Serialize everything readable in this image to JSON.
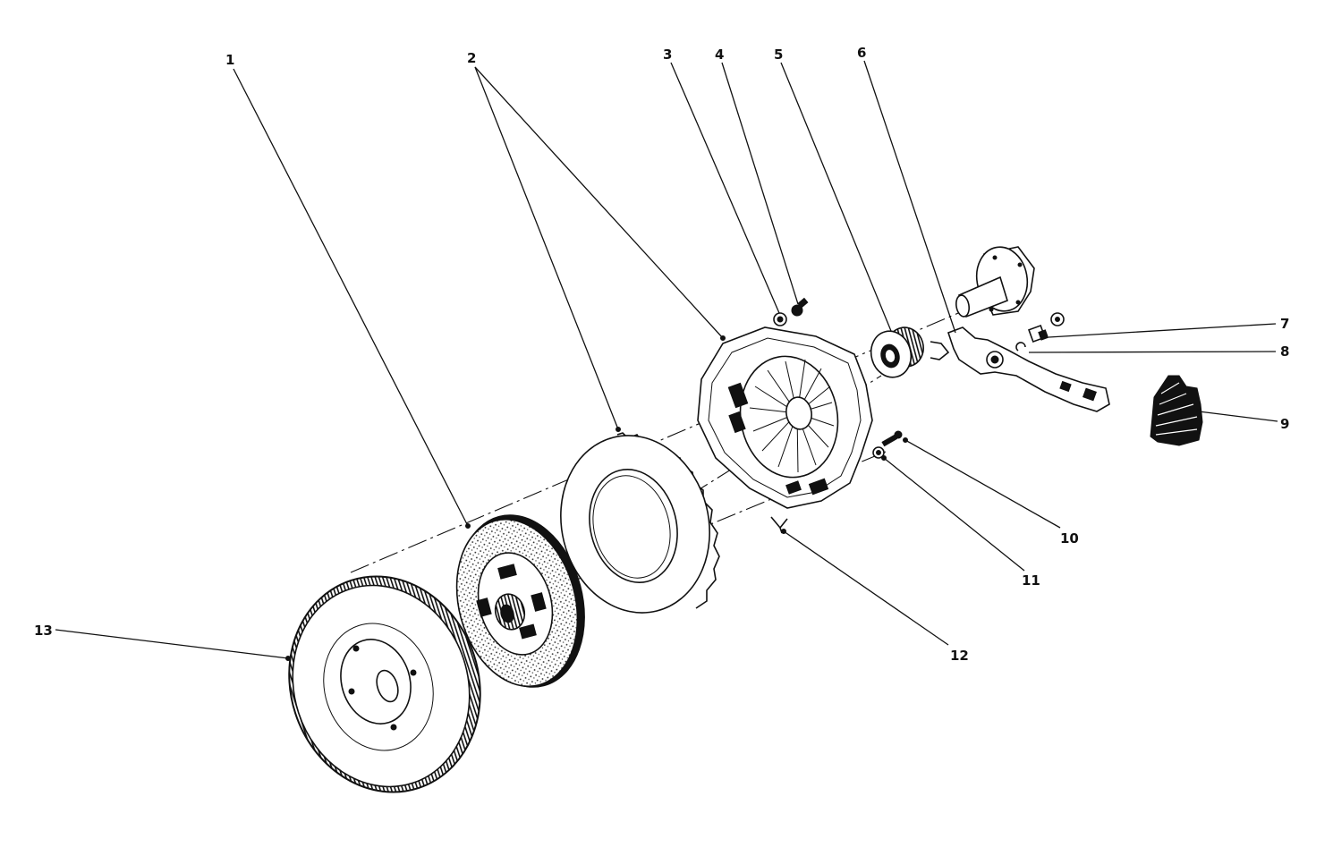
{
  "callouts": [
    {
      "id": "1",
      "label": "1"
    },
    {
      "id": "2",
      "label": "2"
    },
    {
      "id": "3",
      "label": "3"
    },
    {
      "id": "4",
      "label": "4"
    },
    {
      "id": "5",
      "label": "5"
    },
    {
      "id": "6",
      "label": "6"
    },
    {
      "id": "7",
      "label": "7"
    },
    {
      "id": "8",
      "label": "8"
    },
    {
      "id": "9",
      "label": "9"
    },
    {
      "id": "10",
      "label": "10"
    },
    {
      "id": "11",
      "label": "11"
    },
    {
      "id": "12",
      "label": "12"
    },
    {
      "id": "13",
      "label": "13"
    }
  ],
  "colors": {
    "ink": "#111111",
    "paper": "#ffffff",
    "lining": "#9a9a9a"
  }
}
